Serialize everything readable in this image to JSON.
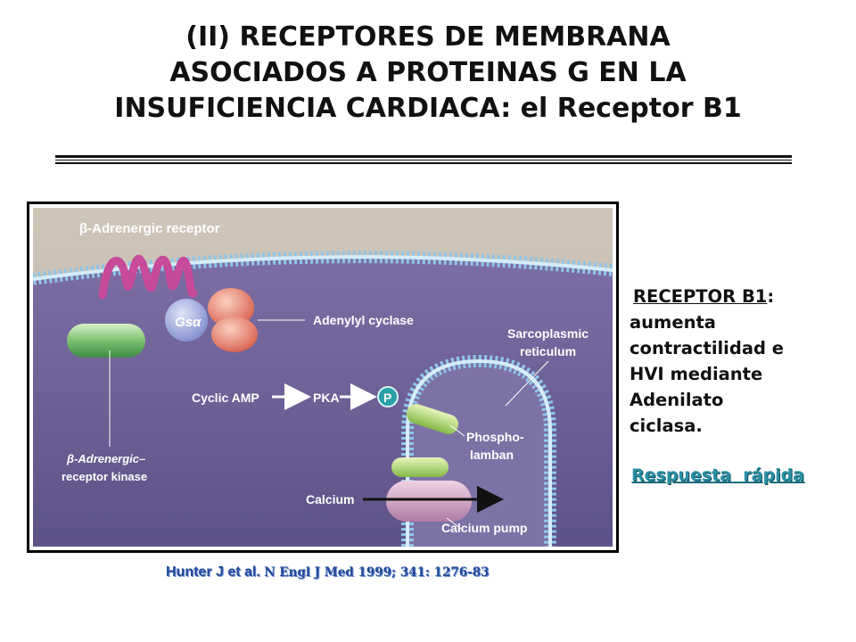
{
  "slide": {
    "title_lines": [
      "(II) RECEPTORES DE MEMBRANA",
      "ASOCIADOS A PROTEINAS G EN LA",
      "INSUFICIENCIA CARDIACA: el Receptor B1"
    ]
  },
  "figure": {
    "labels": {
      "beta_receptor": "β-Adrenergic receptor",
      "gs_alpha": "Gsα",
      "adenylyl_cyclase": "Adenylyl cyclase",
      "sarcoplasmic_reticulum_1": "Sarcoplasmic",
      "sarcoplasmic_reticulum_2": "reticulum",
      "cyclic_amp": "Cyclic AMP",
      "pka": "PKA",
      "phosphate": "P",
      "phospholamban_1": "Phospho-",
      "phospholamban_2": "lamban",
      "receptor_kinase_1": "β-Adrenergic–",
      "receptor_kinase_2": "receptor kinase",
      "calcium": "Calcium",
      "calcium_pump": "Calcium pump"
    },
    "colors": {
      "cytoplasm": "#6a5e92",
      "membrane": "#8fc5e8",
      "receptor": "#c84a9a",
      "gs_protein": "#9aa6d8",
      "adenylyl_cyclase": "#e8806e",
      "kinase": "#6cb86a",
      "phospholamban": "#a8d06a",
      "phosphate": "#2aa0a8"
    }
  },
  "side": {
    "heading": "RECEPTOR B1",
    "heading_suffix": ":",
    "body_lines": [
      "aumenta",
      "contractilidad e",
      "HVI mediante",
      "Adenilato",
      "ciclasa."
    ],
    "link": "Respuesta  rápida"
  },
  "citation": {
    "author": "Hunter J et al.",
    "journal": "N Engl J Med 1999; 341: 1276-83"
  }
}
